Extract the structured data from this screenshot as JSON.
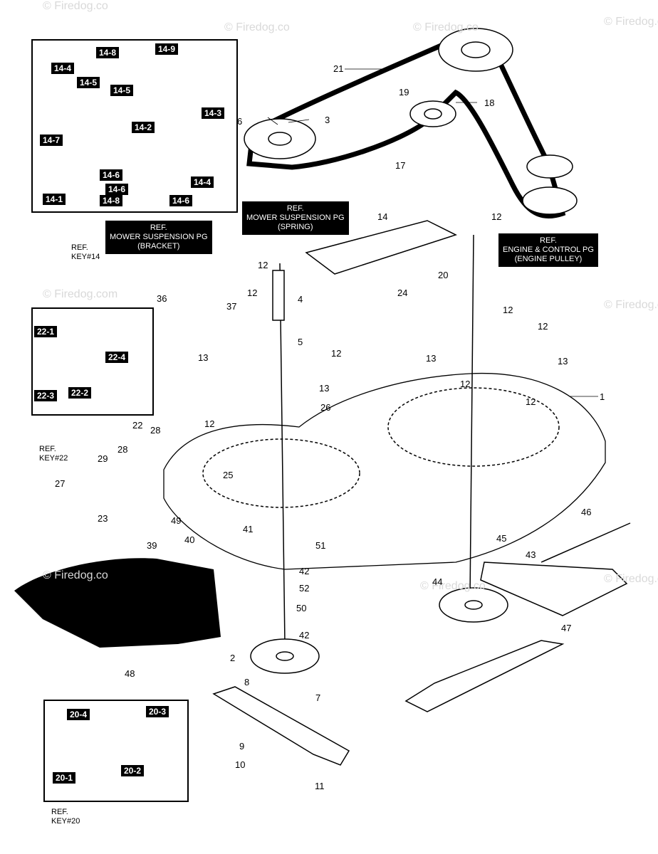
{
  "watermark": "© Firedog.com",
  "watermark_short": "© Firedog.co",
  "callouts": {
    "spring": [
      "REF.",
      "MOWER SUSPENSION PG",
      "(SPRING)"
    ],
    "bracket": [
      "REF.",
      "MOWER SUSPENSION PG",
      "(BRACKET)"
    ],
    "engine": [
      "REF.",
      "ENGINE & CONTROL PG",
      "(ENGINE PULLEY)"
    ]
  },
  "refs": {
    "key14": [
      "REF.",
      "KEY#14"
    ],
    "key22": [
      "REF.",
      "KEY#22"
    ],
    "key20": [
      "REF.",
      "KEY#20"
    ]
  },
  "inset14_labels": [
    "14-8",
    "14-9",
    "14-4",
    "14-5",
    "14-5",
    "14-3",
    "14-2",
    "14-7",
    "14-6",
    "14-4",
    "14-6",
    "14-1",
    "14-8",
    "14-6"
  ],
  "inset22_labels": [
    "22-1",
    "22-4",
    "22-3",
    "22-2"
  ],
  "inset20_labels": [
    "20-4",
    "20-3",
    "20-1",
    "20-2"
  ],
  "part_labels": [
    "21",
    "19",
    "18",
    "6",
    "3",
    "17",
    "14",
    "12",
    "12",
    "4",
    "36",
    "37",
    "12",
    "5",
    "12",
    "13",
    "13",
    "20",
    "24",
    "12",
    "12",
    "13",
    "13",
    "12",
    "12",
    "1",
    "26",
    "22",
    "28",
    "12",
    "28",
    "29",
    "25",
    "27",
    "23",
    "49",
    "40",
    "41",
    "51",
    "42",
    "39",
    "52",
    "50",
    "42",
    "2",
    "48",
    "8",
    "7",
    "9",
    "10",
    "11",
    "46",
    "45",
    "43",
    "44",
    "47"
  ]
}
